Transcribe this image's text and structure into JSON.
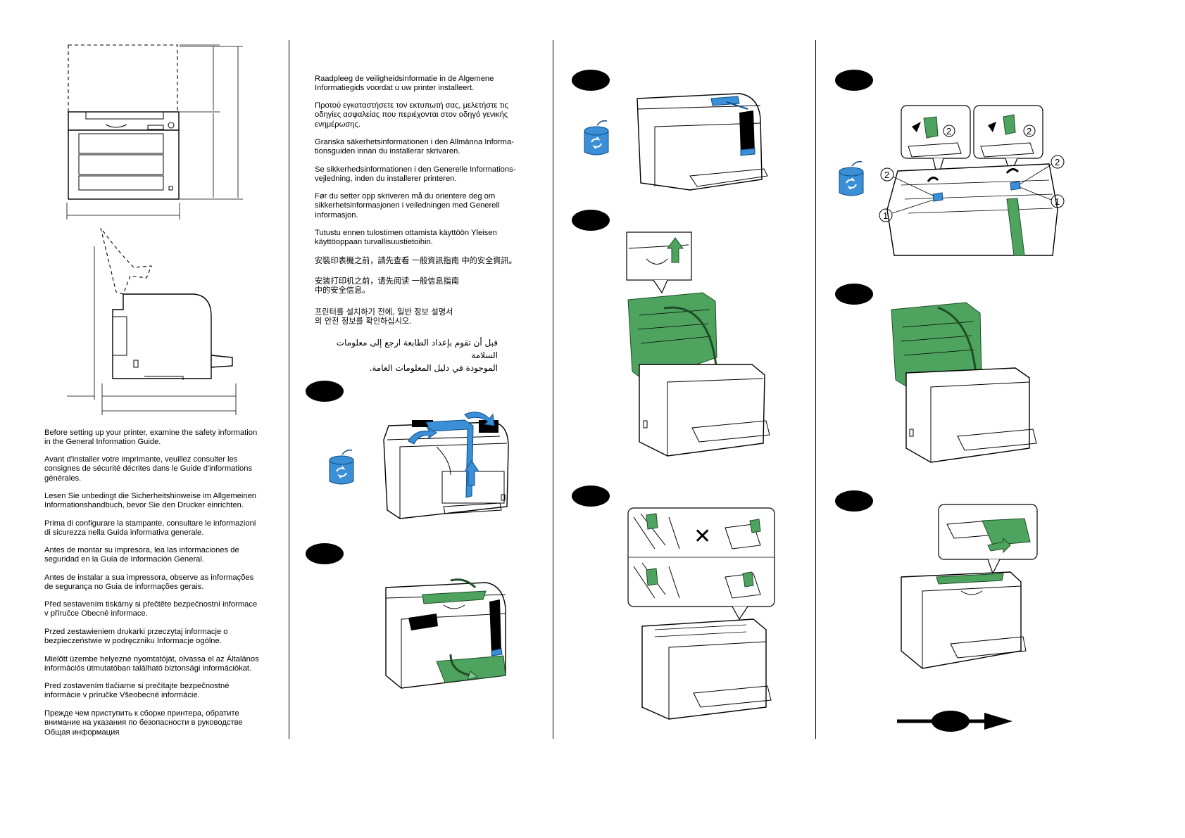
{
  "col1_texts": [
    "Before setting up your printer, examine the safety information\nin the General Information Guide.",
    "Avant d'installer votre imprimante, veuillez consulter les\nconsignes de sécurité décrites dans le Guide d'informations\ngénérales.",
    "Lesen Sie unbedingt die Sicherheitshinweise im Allgemeinen\nInformationshandbuch, bevor Sie den Drucker einrichten.",
    "Prima di configurare la stampante, consultare le informazioni\ndi sicurezza nella Guida informativa generale.",
    "Antes de montar su impresora, lea las informaciones de\nseguridad en la Guía de Información General.",
    "Antes de instalar a sua impressora, observe as informações\nde segurança no Guia de informações gerais.",
    "Před sestavením tiskárny si přečtěte bezpečnostní informace\nv příručce Obecné informace.",
    "Przed zestawieniem drukarki przeczytaj informacje o\nbezpieczeństwie w podręczniku Informacje ogólne.",
    "Mielőtt üzembe helyezné nyomtatóját, olvassa el az Általános\ninformációs útmutatóban található biztonsági információkat.",
    "Pred zostavením tlačiarne si prečítajte bezpečnostné\ninformácie v príručke Všeobecné informácie.",
    "Прежде чем приступить к сборке принтера, обратите\nвнимание на указания по безопасности в руководстве\nОбщая информация"
  ],
  "col2_texts": [
    "Raadpleeg de veiligheidsinformatie in de Algemene\nInformatiegids voordat u uw printer installeert.",
    "Προτού εγκαταστήσετε τον εκτυπωτή σας, μελετήστε τις\nοδηγίες ασφαλείας που περιέχονται στον οδηγό γενικής\nενημέρωσης.",
    "Granska säkerhetsinformationen i den Allmänna Informa-\ntionsguiden innan du installerar skrivaren.",
    "Se sikkerhedsinformationen i den Generelle Informations-\nvejledning, inden du installerer printeren.",
    "Før du setter opp skriveren må du orientere deg om\nsikkerhetsinformasjonen i veiledningen med Generell\nInformasjon.",
    "Tutustu ennen tulostimen ottamista käyttöön Yleisen\nkäyttöoppaan turvallisuustietoihin."
  ],
  "col2_cjk": [
    "安裝印表機之前，請先查看 一般資訊指南 中的安全資訊。",
    "安装打印机之前，请先阅读 一般信息指南\n中的安全信息。",
    "프린터를 설치하기 전에, 일반 정보 설명서\n의 안전 정보를 확인하십시오."
  ],
  "col2_arabic": "قبل أن تقوم بإعداد الطابعة ارجع إلى معلومات السلامة\nالموجودة في دليل المعلومات العامة.",
  "callout_numbers": [
    "2",
    "2",
    "2",
    "2",
    "1",
    "1"
  ],
  "x_mark": "✕",
  "colors": {
    "green": "#4ea35e",
    "blue": "#3a8fd6",
    "ink": "#000000"
  },
  "icons": [
    "recycle-icon",
    "arrow-right-icon",
    "cross-icon"
  ]
}
